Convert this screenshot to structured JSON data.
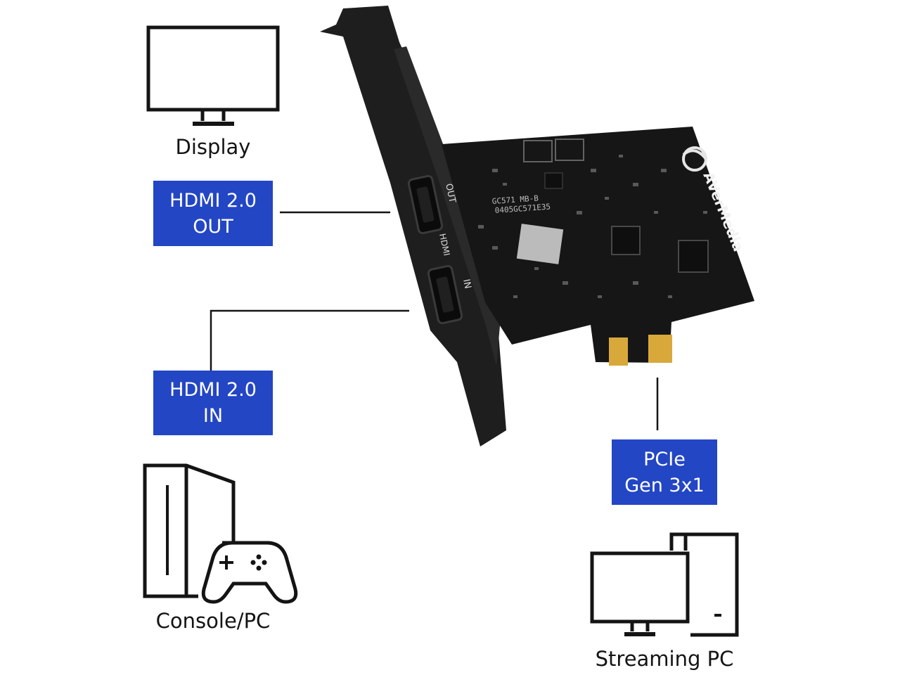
{
  "devices": {
    "display": "Display",
    "console_pc": "Console/PC",
    "streaming_pc": "Streaming PC"
  },
  "badges": {
    "hdmi_out": {
      "line1": "HDMI 2.0",
      "line2": "OUT"
    },
    "hdmi_in": {
      "line1": "HDMI 2.0",
      "line2": "IN"
    },
    "pcie": {
      "line1": "PCIe",
      "line2": "Gen 3x1"
    }
  },
  "card": {
    "brand": "AVerMedia",
    "model_text": "GC571 MB-B",
    "serial_text": "0405GC571E35",
    "port_out_label": "OUT",
    "port_in_label": "IN",
    "hdmi_mark": "HDMI"
  },
  "colors": {
    "badge_bg": "#2346c4",
    "badge_text": "#ffffff",
    "pcb": "#161616",
    "gold_contacts": "#d8a93a",
    "line": "#141414"
  }
}
